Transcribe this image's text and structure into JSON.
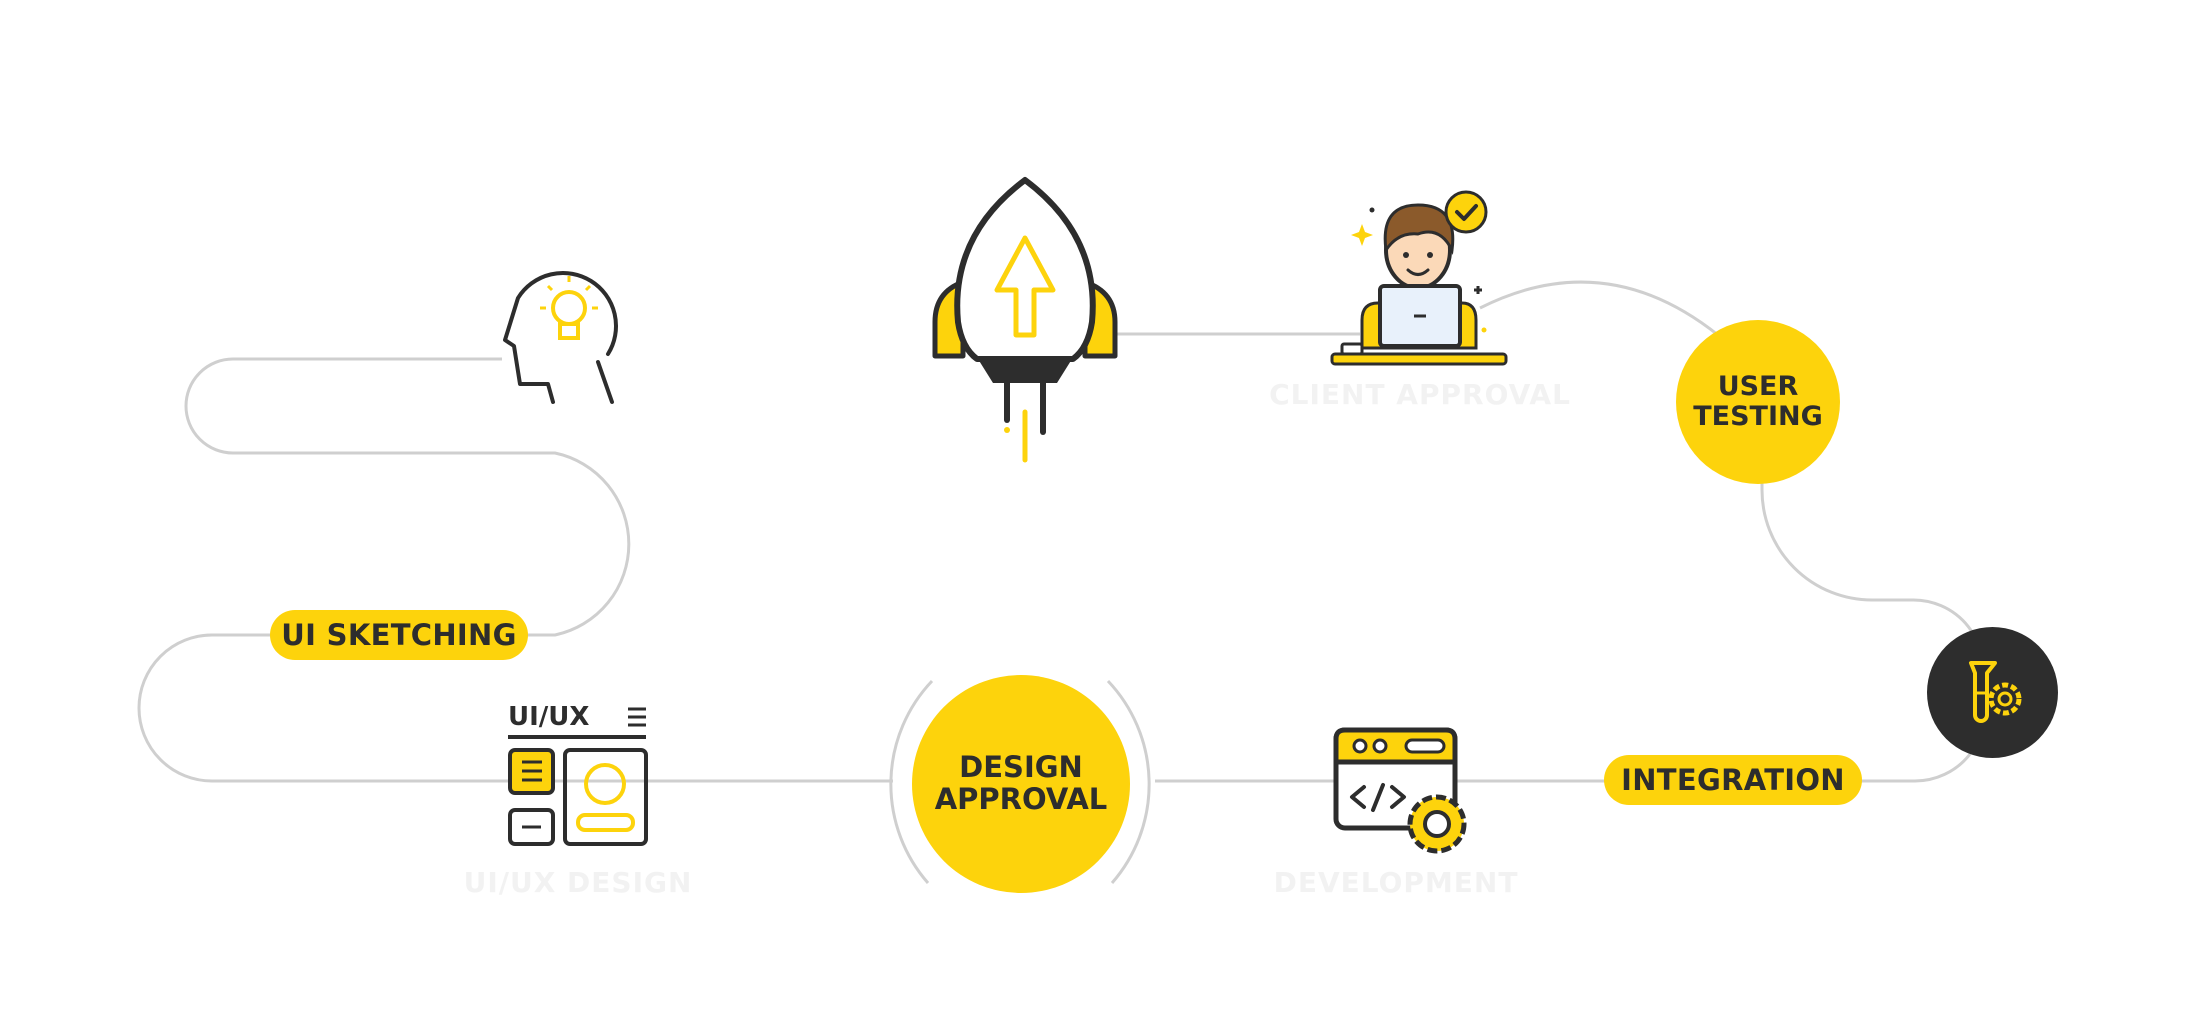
{
  "colors": {
    "accent": "#fdd30c",
    "dark": "#2d2d2d",
    "line": "#cfcfcf",
    "faint": "#f2f2f2"
  },
  "steps": {
    "ui_sketching": "UI SKETCHING",
    "design_approval": [
      "DESIGN",
      "APPROVAL"
    ],
    "user_testing": [
      "USER",
      "TESTING"
    ],
    "integration": "INTEGRATION"
  },
  "faint_labels": {
    "client_approval": "CLIENT APPROVAL",
    "ui_ux_design": "UI/UX DESIGN",
    "development": "DEVELOPMENT"
  },
  "icon_text": {
    "ui_ux": "UI/UX"
  },
  "icons": [
    "idea-head-icon",
    "ui-ux-layout-icon",
    "rocket-icon",
    "developer-laptop-icon",
    "code-settings-icon",
    "lab-test-icon"
  ]
}
